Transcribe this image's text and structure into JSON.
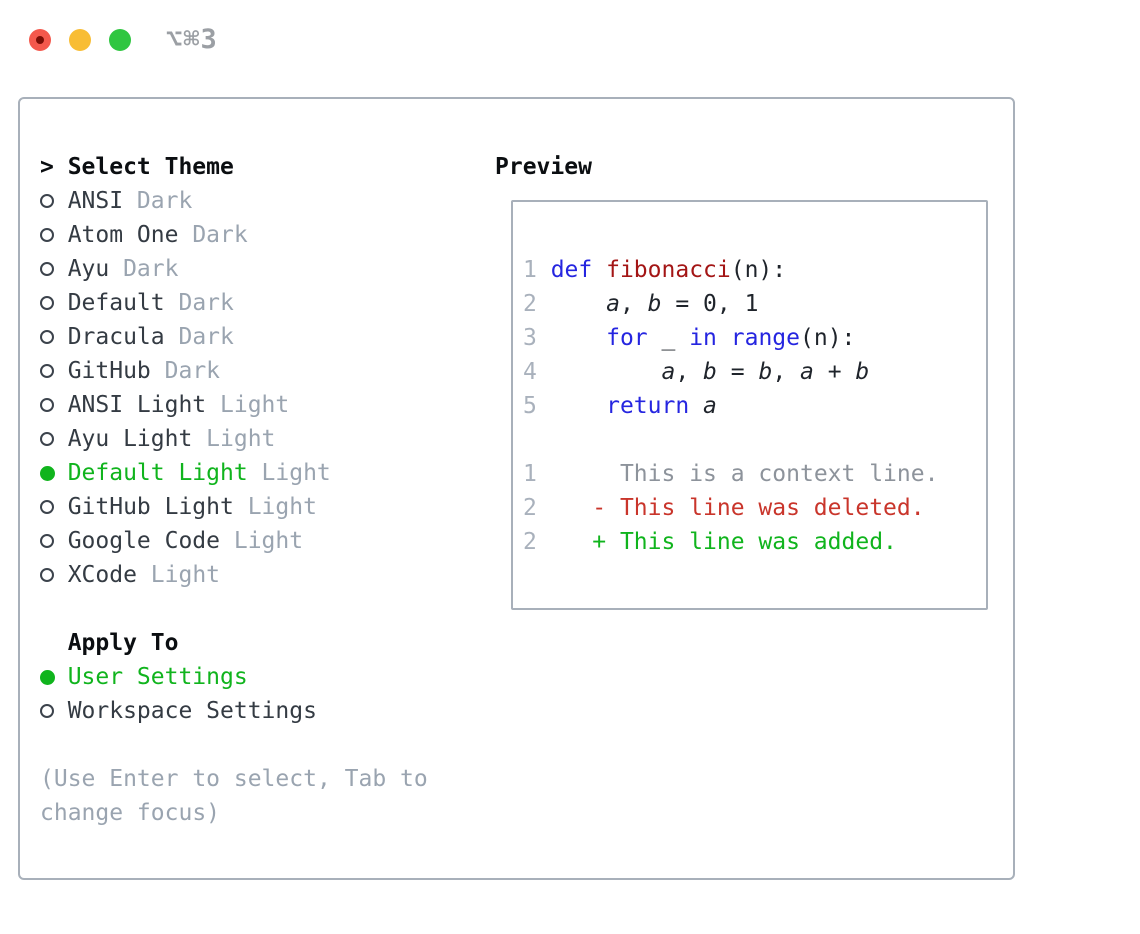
{
  "window": {
    "titlebar": {
      "title": "⌥⌘3",
      "traffic_lights": [
        "close",
        "minimize",
        "zoom"
      ]
    }
  },
  "colors": {
    "accent_green": "#10b41d",
    "keyword_blue": "#2525e0",
    "function_red": "#a31515",
    "deleted_red": "#c9352b",
    "added_green": "#10b41d",
    "muted_gray": "#9aa4b0",
    "line_number_gray": "#a9b1bc",
    "context_gray": "#8d939b",
    "text_dark": "#22272e",
    "border_gray": "#a8b0ba",
    "traffic_red": "#f4584c",
    "traffic_red_dot": "#7a0d05",
    "traffic_yellow": "#f8bd34",
    "traffic_green": "#2fc640",
    "title_gray": "#9b9fa4"
  },
  "theme_panel": {
    "header": {
      "prefix": ">",
      "label": "Select Theme"
    },
    "themes": [
      {
        "name": "ANSI",
        "variant": "Dark",
        "selected": false
      },
      {
        "name": "Atom One",
        "variant": "Dark",
        "selected": false
      },
      {
        "name": "Ayu",
        "variant": "Dark",
        "selected": false
      },
      {
        "name": "Default",
        "variant": "Dark",
        "selected": false
      },
      {
        "name": "Dracula",
        "variant": "Dark",
        "selected": false
      },
      {
        "name": "GitHub",
        "variant": "Dark",
        "selected": false
      },
      {
        "name": "ANSI Light",
        "variant": "Light",
        "selected": false
      },
      {
        "name": "Ayu Light",
        "variant": "Light",
        "selected": false
      },
      {
        "name": "Default Light",
        "variant": "Light",
        "selected": true
      },
      {
        "name": "GitHub Light",
        "variant": "Light",
        "selected": false
      },
      {
        "name": "Google Code",
        "variant": "Light",
        "selected": false
      },
      {
        "name": "XCode",
        "variant": "Light",
        "selected": false
      }
    ],
    "apply_to": {
      "label": "Apply To",
      "options": [
        {
          "name": "User Settings",
          "selected": true
        },
        {
          "name": "Workspace Settings",
          "selected": false
        }
      ]
    },
    "help_lines": [
      "(Use Enter to select, Tab to",
      "change focus)"
    ]
  },
  "preview": {
    "label": "Preview",
    "lines": [
      {
        "tokens": [
          [
            "1 ",
            "ln"
          ],
          [
            "def",
            "kw"
          ],
          [
            " ",
            "pl"
          ],
          [
            "fibonacci",
            "fn"
          ],
          [
            "(n):",
            "pl"
          ]
        ]
      },
      {
        "tokens": [
          [
            "2 ",
            "ln"
          ],
          [
            "    ",
            "pl"
          ],
          [
            "a",
            "var"
          ],
          [
            ", ",
            "pl"
          ],
          [
            "b",
            "var"
          ],
          [
            " = 0, 1",
            "pl"
          ]
        ]
      },
      {
        "tokens": [
          [
            "3 ",
            "ln"
          ],
          [
            "    ",
            "pl"
          ],
          [
            "for",
            "kw"
          ],
          [
            " _ ",
            "pl"
          ],
          [
            "in",
            "kw"
          ],
          [
            " ",
            "pl"
          ],
          [
            "range",
            "kw"
          ],
          [
            "(n):",
            "pl"
          ]
        ]
      },
      {
        "tokens": [
          [
            "4 ",
            "ln"
          ],
          [
            "        ",
            "pl"
          ],
          [
            "a",
            "var"
          ],
          [
            ", ",
            "pl"
          ],
          [
            "b",
            "var"
          ],
          [
            " = ",
            "pl"
          ],
          [
            "b",
            "var"
          ],
          [
            ", ",
            "pl"
          ],
          [
            "a",
            "var"
          ],
          [
            " + ",
            "pl"
          ],
          [
            "b",
            "var"
          ]
        ]
      },
      {
        "tokens": [
          [
            "5 ",
            "ln"
          ],
          [
            "    ",
            "pl"
          ],
          [
            "return",
            "kw"
          ],
          [
            " ",
            "pl"
          ],
          [
            "a",
            "var"
          ]
        ]
      },
      {
        "tokens": []
      },
      {
        "tokens": [
          [
            "1",
            "ln"
          ],
          [
            "      ",
            "pl"
          ],
          [
            "This is a context line.",
            "ctx"
          ]
        ]
      },
      {
        "tokens": [
          [
            "2",
            "ln"
          ],
          [
            "    ",
            "pl"
          ],
          [
            "- This line was deleted.",
            "del"
          ]
        ]
      },
      {
        "tokens": [
          [
            "2",
            "ln"
          ],
          [
            "    ",
            "pl"
          ],
          [
            "+ This line was added.",
            "add"
          ]
        ]
      }
    ]
  }
}
